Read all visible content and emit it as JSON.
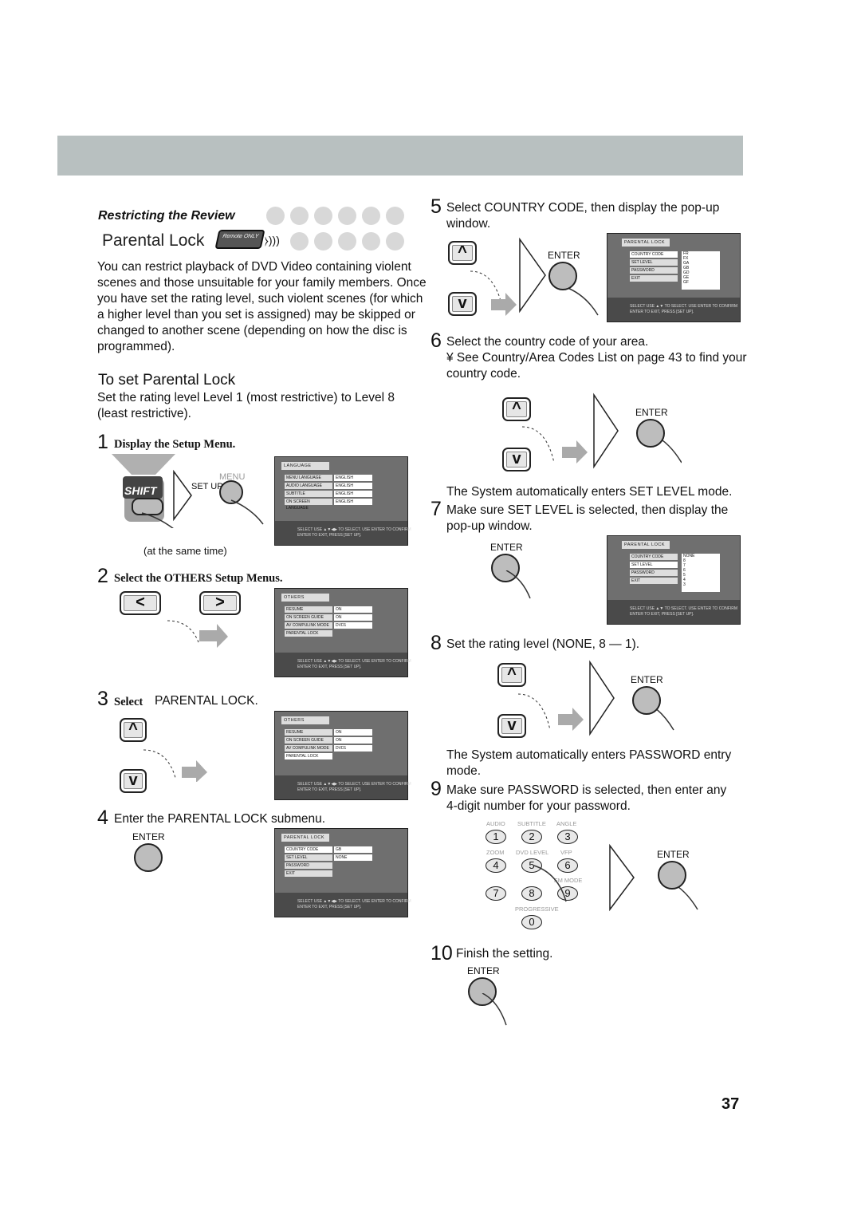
{
  "header": {
    "section": "Restricting the Review",
    "title": "Parental Lock",
    "remote_badge": "Remote ONLY"
  },
  "intro": "You can restrict playback of DVD Video containing violent scenes and those unsuitable for your family members. Once you have set the rating level, such violent scenes (for which a higher level than you set is assigned) may be skipped or changed to another scene (depending on how the disc is programmed).",
  "intro_lines": [
    "You can restrict playback of DVD Video containing violent",
    "scenes and those unsuitable for your family members. Once",
    "you have set the rating level, such violent scenes (for which",
    "a higher level than you set is assigned) may be skipped or",
    "changed to another scene (depending on how the disc is",
    "programmed)."
  ],
  "subheading": "To set Parental Lock",
  "sub_lines": [
    "Set the rating level Level 1 (most restrictive) to Level 8",
    "(least restrictive)."
  ],
  "steps": {
    "s1": {
      "n": "1",
      "text": "Display the Setup Menu.",
      "shift": "SHIFT",
      "menu": "MENU",
      "setup": "SET UP",
      "note": "(at the same time)"
    },
    "s2": {
      "n": "2",
      "text": "Select the OTHERS Setup Menus."
    },
    "s3": {
      "n": "3",
      "pre": "Select",
      "text": "PARENTAL LOCK."
    },
    "s4": {
      "n": "4",
      "text": "Enter the PARENTAL LOCK submenu.",
      "enter": "ENTER"
    },
    "s5": {
      "n": "5",
      "lines": [
        "Select  COUNTRY CODE,  then display the pop-up",
        "window."
      ],
      "enter": "ENTER"
    },
    "s6": {
      "n": "6",
      "text": "Select the country code of your area.",
      "bullet": [
        "¥ See  Country/Area Codes List  on page 43  to find your",
        "   country code."
      ],
      "enter": "ENTER"
    },
    "s7": {
      "pre": "The System automatically enters  SET  LEVEL  mode.",
      "n": "7",
      "lines": [
        "Make sure  SET LEVEL  is selected, then display the",
        "pop-up window."
      ],
      "enter": "ENTER"
    },
    "s8": {
      "n": "8",
      "text": "Set the rating level (NONE, 8 — 1).",
      "enter": "ENTER"
    },
    "s9": {
      "pre": [
        "The System automatically enters  PASSWORD  entry",
        "mode."
      ],
      "n": "9",
      "lines": [
        "Make sure  PASSWORD  is selected, then enter any",
        "4-digit number for your password."
      ],
      "enter": "ENTER"
    },
    "s10": {
      "n": "10",
      "text": "Finish the setting.",
      "enter": "ENTER"
    }
  },
  "osd": {
    "lang": {
      "title": "LANGUAGE",
      "rows": [
        "MENU LANGUAGE",
        "AUDIO LANGUAGE",
        "SUBTITLE",
        "ON SCREEN LANGUAGE"
      ],
      "vals": [
        "ENGLISH",
        "ENGLISH",
        "ENGLISH",
        "ENGLISH"
      ]
    },
    "others": {
      "title": "OTHERS",
      "rows": [
        "RESUME",
        "ON SCREEN GUIDE",
        "AV COMPULINK MODE",
        "PARENTAL LOCK"
      ],
      "vals": [
        "ON",
        "ON",
        "DVD1",
        ""
      ]
    },
    "pl": {
      "title": "PARENTAL LOCK",
      "rows": [
        "COUNTRY CODE",
        "SET LEVEL",
        "PASSWORD",
        "EXIT"
      ],
      "vals": [
        "GB",
        "NONE",
        "",
        ""
      ]
    },
    "footer1": "SELECT      USE ▲▼◀▶  TO SELECT.  USE ENTER TO CONFIRM",
    "footer2": "ENTER          TO EXIT, PRESS [SET UP].",
    "footer_pl1": "SELECT      USE ▲▼  TO SELECT.  USE ENTER TO CONFIRM",
    "codes": [
      "FR",
      "FX",
      "GA",
      "GB",
      "GD",
      "GE",
      "GF"
    ],
    "levels": [
      "NONE",
      "8",
      "7",
      "6",
      "5",
      "4",
      "3"
    ]
  },
  "numpad": {
    "labels_row1": [
      "AUDIO",
      "SUBTITLE",
      "ANGLE"
    ],
    "row1": [
      "1",
      "2",
      "3"
    ],
    "labels_row2": [
      "ZOOM",
      "DVD LEVEL",
      "VFP"
    ],
    "row2": [
      "4",
      "5",
      "6"
    ],
    "fm": "FM MODE",
    "row3": [
      "7",
      "8",
      "9"
    ],
    "prog": "PROGRESSIVE",
    "row4": [
      "0"
    ]
  },
  "page_number": "37"
}
